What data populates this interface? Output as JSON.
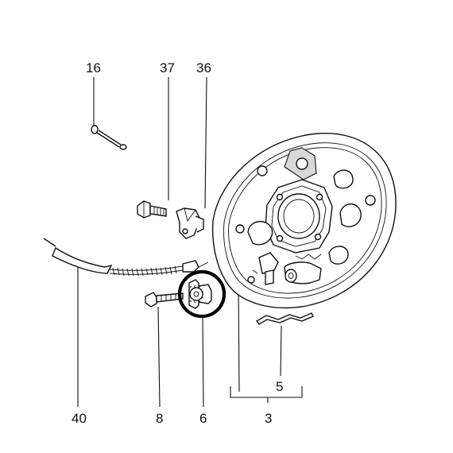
{
  "diagram": {
    "callouts": {
      "c16": "16",
      "c37": "37",
      "c36": "36",
      "c40": "40",
      "c8": "8",
      "c6": "6",
      "c5": "5",
      "c3": "3"
    }
  }
}
